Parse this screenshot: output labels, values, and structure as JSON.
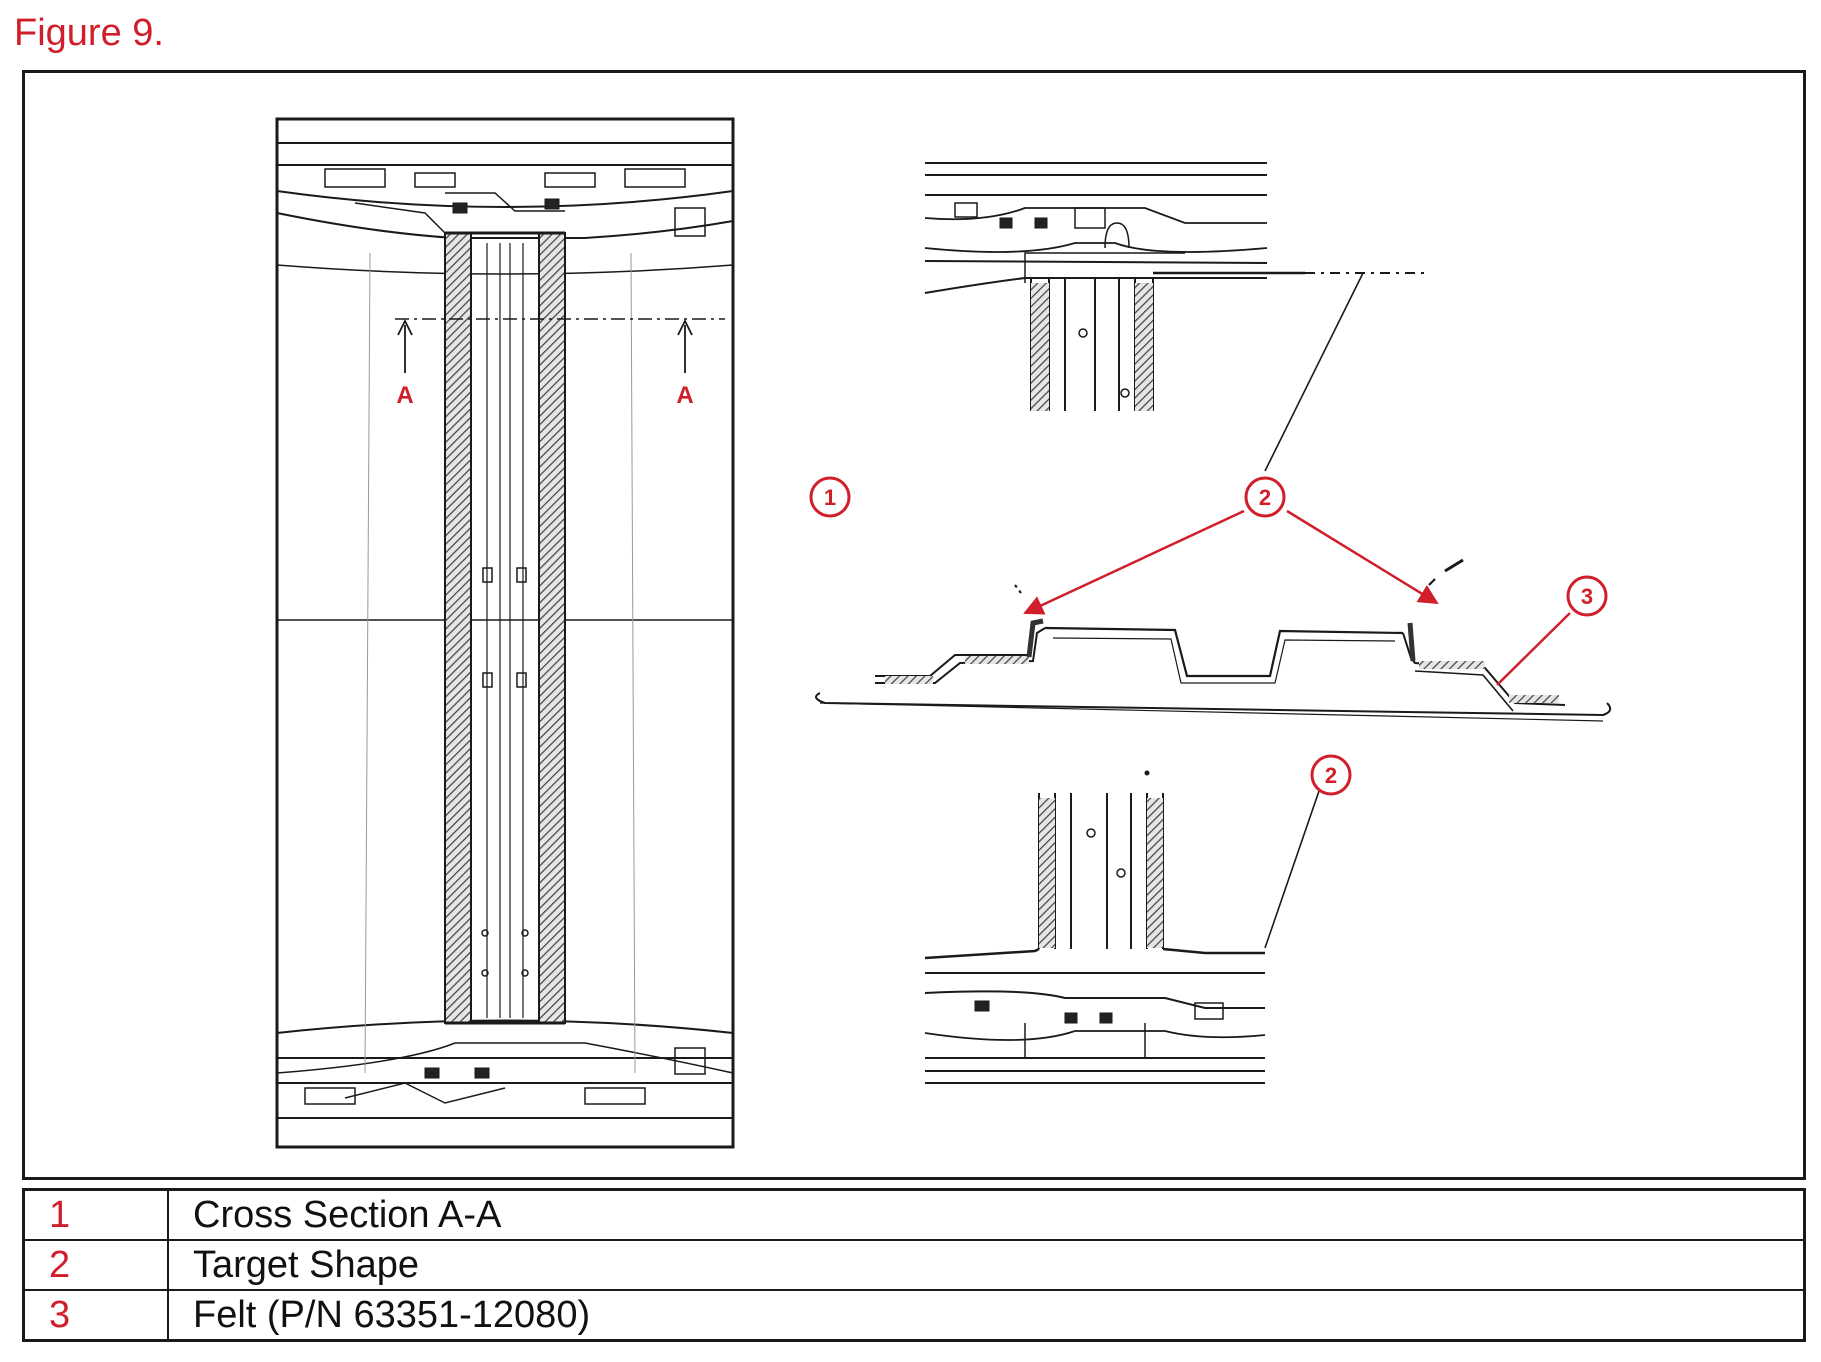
{
  "figure_title": "Figure 9.",
  "section_marker": "A",
  "callouts": {
    "one": "1",
    "two": "2",
    "three": "3"
  },
  "legend": [
    {
      "num": "1",
      "text": "Cross Section A-A"
    },
    {
      "num": "2",
      "text": "Target Shape"
    },
    {
      "num": "3",
      "text": "Felt (P/N 63351-12080)"
    }
  ],
  "colors": {
    "accent": "#d01f2b",
    "line": "#1a1a1a"
  }
}
